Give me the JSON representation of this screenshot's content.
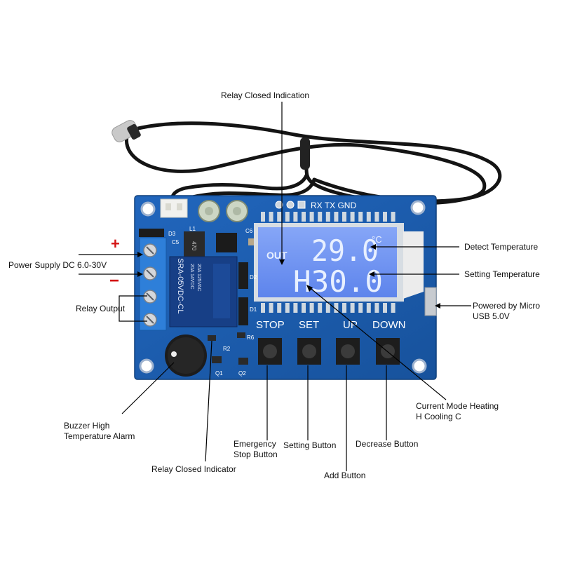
{
  "labels": {
    "relay_closed_indication": "Relay Closed Indication",
    "detect_temperature": "Detect Temperature",
    "setting_temperature": "Setting Temperature",
    "powered_by_usb_line1": "Powered by Micro",
    "powered_by_usb_line2": "USB 5.0V",
    "power_supply": "Power Supply DC 6.0-30V",
    "relay_output": "Relay Output",
    "current_mode_line1": "Current Mode Heating",
    "current_mode_line2": "H Cooling C",
    "buzzer_line1": "Buzzer High",
    "buzzer_line2": "Temperature Alarm",
    "emergency_line1": "Emergency",
    "emergency_line2": "Stop Button",
    "setting_button": "Setting Button",
    "decrease_button": "Decrease Button",
    "add_button": "Add Button",
    "relay_closed_indicator": "Relay Closed Indicator"
  },
  "polarity": {
    "plus": "+",
    "minus": "−"
  },
  "board": {
    "header_text": "RX TX GND",
    "button_labels": [
      "STOP",
      "SET",
      "UP",
      "DOWN"
    ],
    "relay_text_1": "SRA-05VDC-CL",
    "relay_text_2": "20A 14VDC",
    "relay_text_3": "20A 125VAC",
    "inductor_text": "470",
    "silk": {
      "d3": "D3",
      "c5": "C5",
      "l1": "L1",
      "c6": "C6",
      "d2": "D2",
      "d1": "D1",
      "r6": "R6",
      "r2": "R2",
      "q1": "Q1",
      "q2": "Q2"
    }
  },
  "display": {
    "out_text": "OUT",
    "temperature": "29.0",
    "unit": "°C",
    "setpoint": "H30.0"
  },
  "colors": {
    "pcb": "#1d5fb4",
    "pcb_dark": "#154a8e",
    "lcd": "#6f95f3",
    "lcd_digits": "#e8f0ff",
    "terminal_block": "#2e7fd9",
    "polarity_mark": "#d41414"
  }
}
